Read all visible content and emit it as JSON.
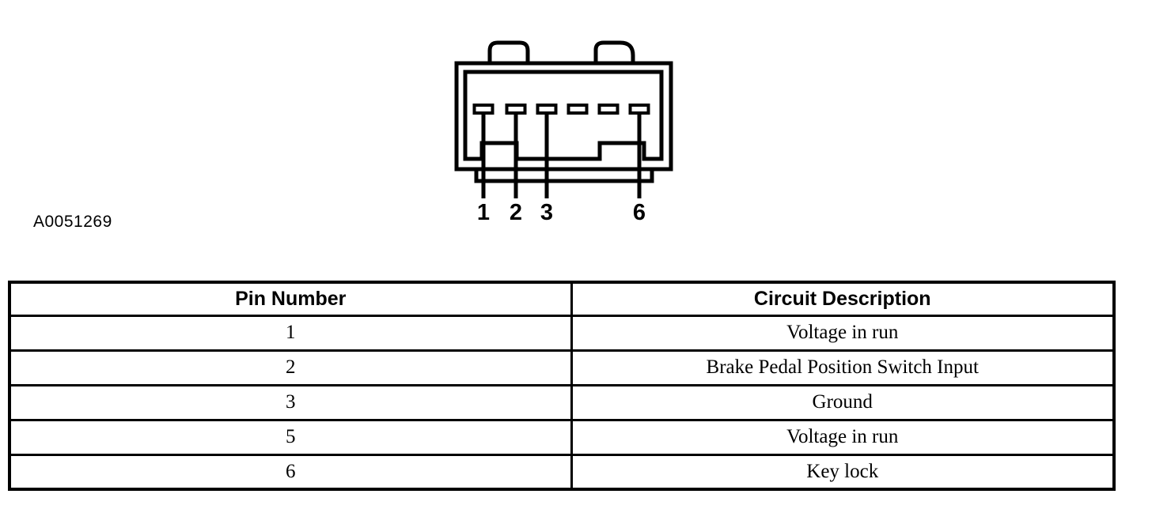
{
  "colors": {
    "ink": "#000000",
    "background": "#ffffff"
  },
  "figure": {
    "label": "A0051269",
    "description_name": "connector-face-diagram",
    "pin_callouts": [
      "1",
      "2",
      "3",
      "6"
    ]
  },
  "table": {
    "headers": [
      "Pin Number",
      "Circuit Description"
    ],
    "rows": [
      {
        "pin": "1",
        "description": "Voltage in run"
      },
      {
        "pin": "2",
        "description": "Brake Pedal Position Switch Input"
      },
      {
        "pin": "3",
        "description": "Ground"
      },
      {
        "pin": "5",
        "description": "Voltage in run"
      },
      {
        "pin": "6",
        "description": "Key lock"
      }
    ]
  }
}
